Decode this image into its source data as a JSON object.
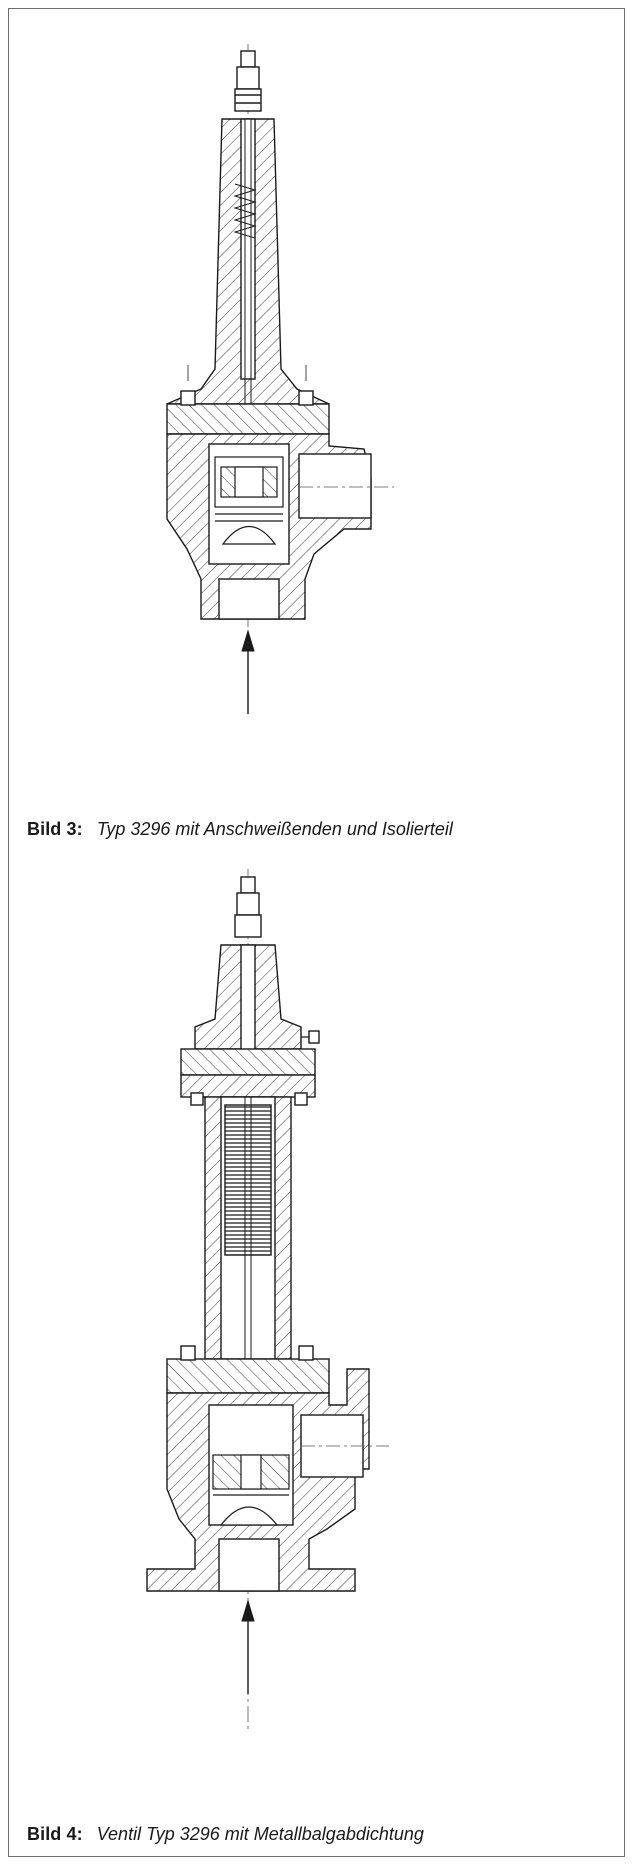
{
  "figures": [
    {
      "label": "Bild 3:",
      "caption": "Typ 3296 mit Anschweißenden und Isolierteil"
    },
    {
      "label": "Bild 4:",
      "caption": "Ventil Typ 3296 mit Metallbalgabdichtung"
    }
  ]
}
